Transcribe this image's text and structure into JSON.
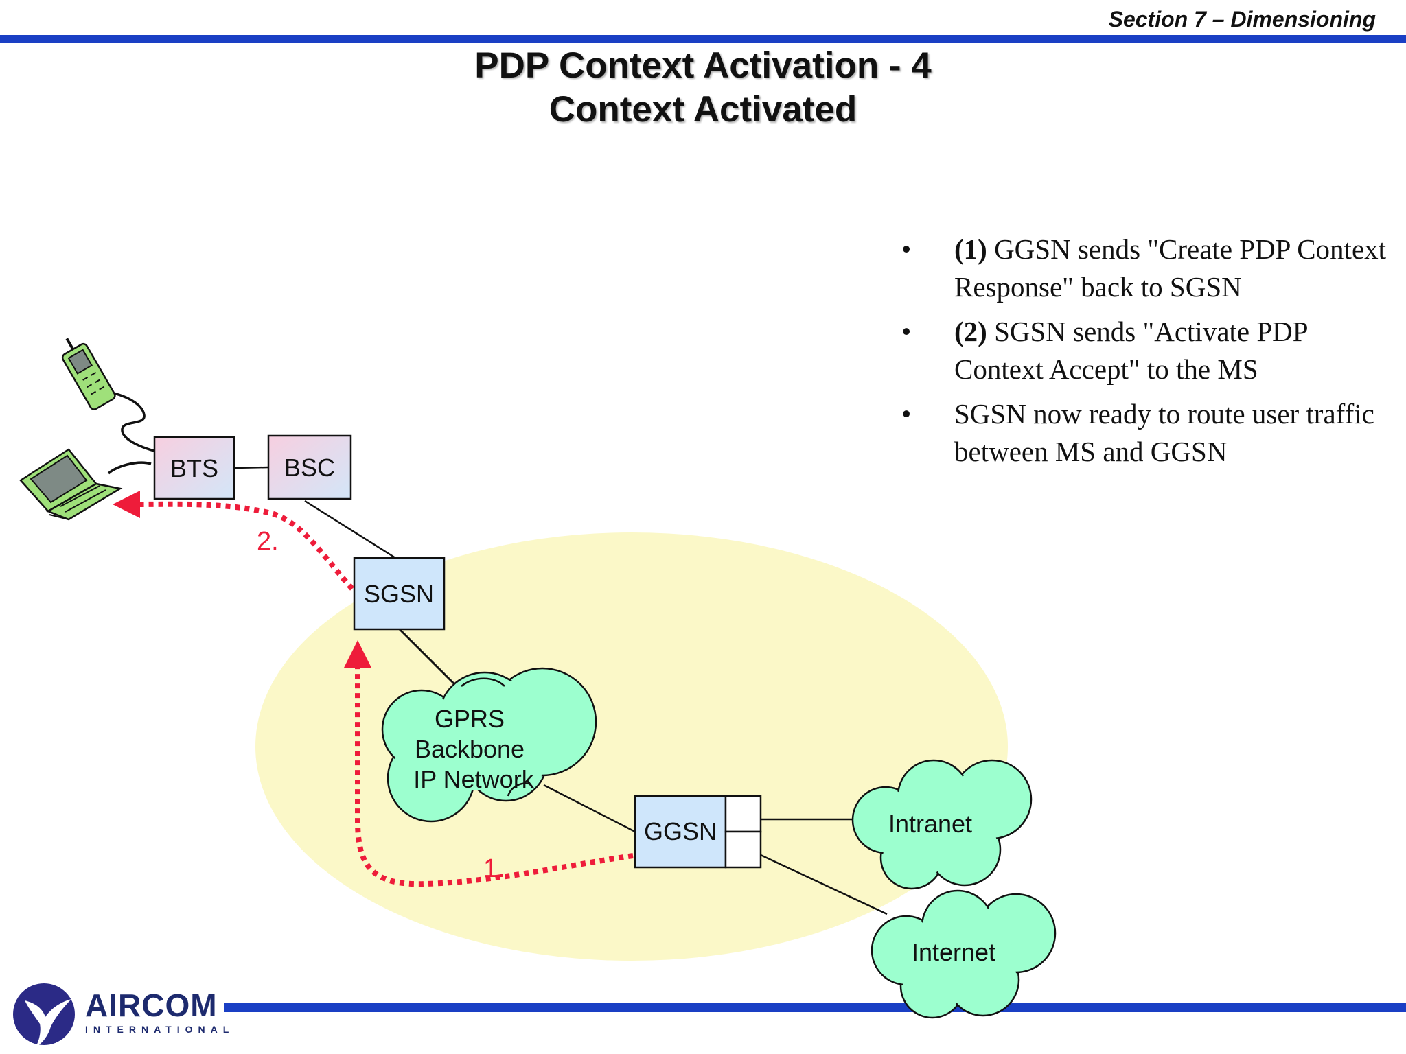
{
  "header": {
    "section_label": "Section 7 – Dimensioning",
    "title_line1": "PDP Context Activation - 4",
    "title_line2": "Context Activated"
  },
  "nodes": {
    "bts": "BTS",
    "bsc": "BSC",
    "sgsn": "SGSN",
    "ggsn": "GGSN",
    "backbone_line1": "GPRS",
    "backbone_line2": "Backbone",
    "backbone_line3": "IP Network",
    "intranet": "Intranet",
    "internet": "Internet"
  },
  "steps": {
    "step1": "1.",
    "step2": "2."
  },
  "bullets": [
    {
      "num": "(1)",
      "text": " GGSN sends \"Create PDP Context Response\" back to SGSN"
    },
    {
      "num": "(2)",
      "text": " SGSN sends \"Activate PDP Context Accept\" to the MS"
    },
    {
      "num": "",
      "text": "SGSN now ready to route user traffic between MS and GGSN"
    }
  ],
  "logo": {
    "name": "AIRCOM",
    "sub": "INTERNATIONAL"
  },
  "colors": {
    "header_bar": "#1a3fc4",
    "footer_bar": "#1a3fc4",
    "core_ellipse": "#fbf8c8",
    "cloud_fill": "#9cffcf",
    "node_fill_radio": "#f1d9e6",
    "node_fill_core": "#cfe6fb",
    "step_arrow": "#ee1c3a"
  },
  "icons": [
    "mobile-phone-icon",
    "laptop-icon",
    "aircom-bird-logo-icon"
  ]
}
